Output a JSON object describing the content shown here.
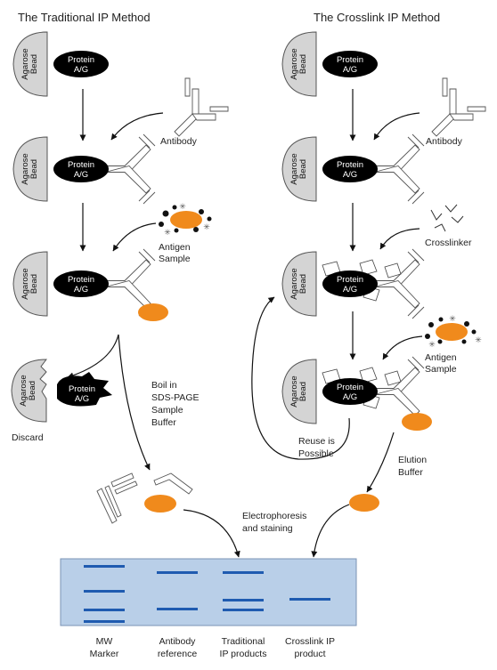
{
  "titles": {
    "left": "The Traditional IP Method",
    "right": "The Crosslink IP Method"
  },
  "bead": {
    "line1": "Agarose",
    "line2": "Bead"
  },
  "protein": {
    "line1": "Protein",
    "line2": "A/G"
  },
  "labels": {
    "antibody_left": "Antibody",
    "antigen_left_1": "Antigen",
    "antigen_left_2": "Sample",
    "boil_1": "Boil in",
    "boil_2": "SDS-PAGE",
    "boil_3": "Sample",
    "boil_4": "Buffer",
    "discard": "Discard",
    "antibody_right": "Antibody",
    "crosslinker": "Crosslinker",
    "antigen_right_1": "Antigen",
    "antigen_right_2": "Sample",
    "reuse_1": "Reuse is",
    "reuse_2": "Possible",
    "elution_1": "Elution",
    "elution_2": "Buffer",
    "electro_1": "Electrophoresis",
    "electro_2": "and staining"
  },
  "gel_lanes": [
    {
      "line1": "MW",
      "line2": "Marker"
    },
    {
      "line1": "Antibody",
      "line2": "reference"
    },
    {
      "line1": "Traditional",
      "line2": "IP products"
    },
    {
      "line1": "Crosslink IP",
      "line2": "product"
    }
  ],
  "colors": {
    "bead_fill": "#d4d4d4",
    "protein_fill": "#000000",
    "antigen": "#f08a1c",
    "gel_fill": "#b9cfe8",
    "gel_band": "#1f5bb0"
  }
}
